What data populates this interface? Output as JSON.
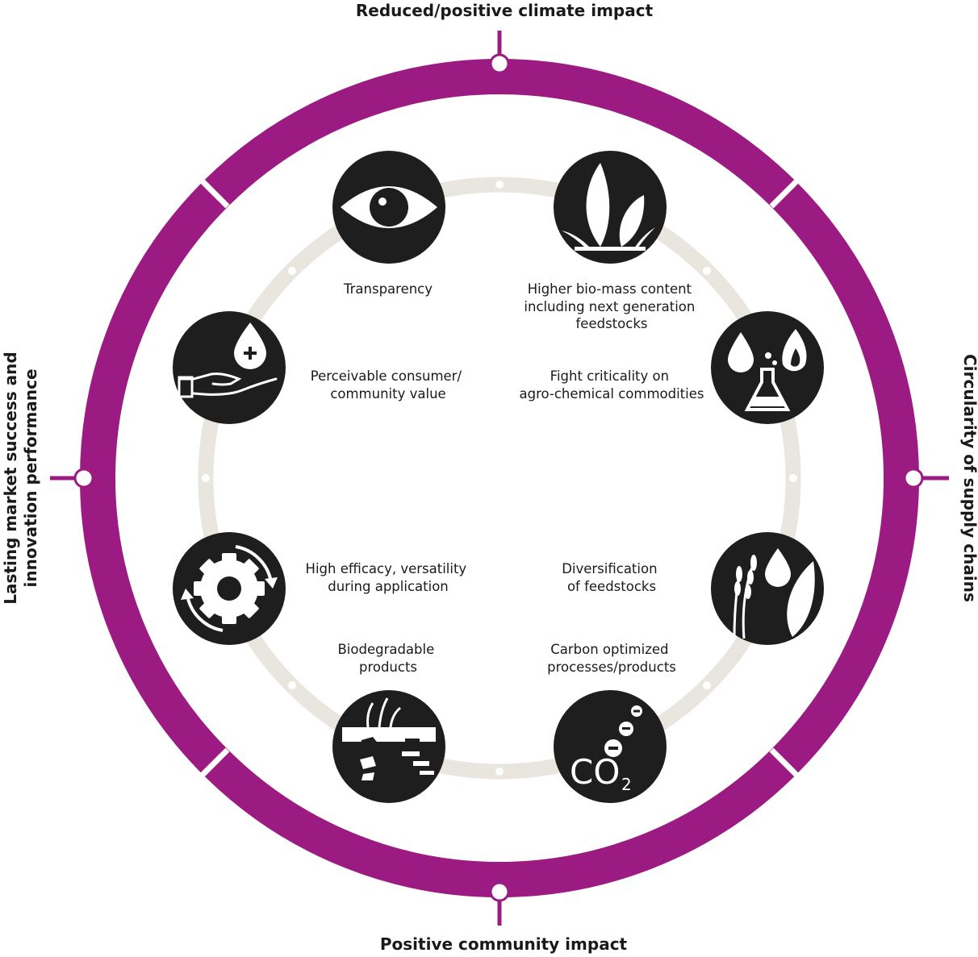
{
  "colors": {
    "outer_ring": "#9b1b82",
    "inner_ring": "#e9e5df",
    "icon_circle": "#1e1e1e",
    "icon_glyph": "#ffffff",
    "text": "#1a1a1a"
  },
  "axes": {
    "top": "Reduced/positive climate impact",
    "bottom": "Positive community impact",
    "left_line1": "Lasting market success and",
    "left_line2": "innovation performance",
    "right": "Circularity of supply chains"
  },
  "items": [
    {
      "icon": "eye-icon",
      "lines": [
        "Transparency"
      ]
    },
    {
      "icon": "grass-leaves-icon",
      "lines": [
        "Higher bio-mass content",
        "including next generation",
        "feedstocks"
      ]
    },
    {
      "icon": "drop-flask-flame-icon",
      "lines": [
        "Fight criticality on",
        "agro-chemical commodities"
      ]
    },
    {
      "icon": "wheat-drop-leaf-icon",
      "lines": [
        "Diversification",
        "of feedstocks"
      ]
    },
    {
      "icon": "co2-icon",
      "lines": [
        "Carbon optimized",
        "processes/products"
      ],
      "glyph_text": "CO",
      "glyph_sub": "2"
    },
    {
      "icon": "soil-sprout-icon",
      "lines": [
        "Biodegradable",
        "products"
      ]
    },
    {
      "icon": "gear-cycle-icon",
      "lines": [
        "High efficacy, versatility",
        "during application"
      ]
    },
    {
      "icon": "hand-drop-plus-icon",
      "lines": [
        "Perceivable consumer/",
        "community value"
      ]
    }
  ]
}
